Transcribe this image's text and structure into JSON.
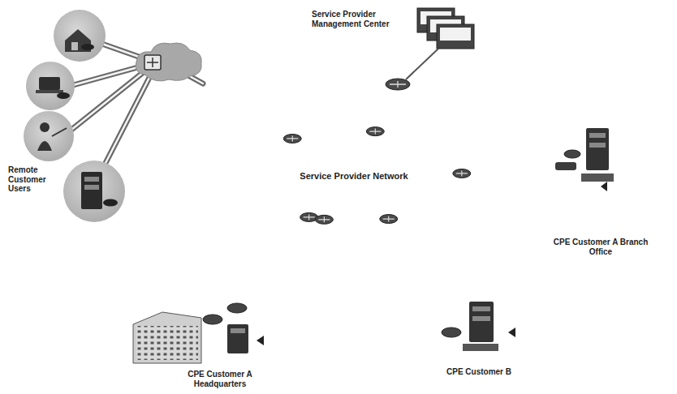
{
  "diagram": {
    "nodes": [
      {
        "text": [
          "Service Provider Management Center"
        ]
      },
      {
        "text": [
          "Remote Customer Users"
        ]
      },
      {
        "text": [
          "Service Provider Network"
        ]
      },
      {
        "text": [
          "CPE Customer A Branch Office"
        ]
      },
      {
        "text": [
          "CPE Customer A Headquarters"
        ]
      },
      {
        "text": [
          "CPE Customer B"
        ]
      }
    ],
    "edges": [
      {
        "from": 2,
        "to": 0,
        "arrow": "none"
      },
      {
        "from": 1,
        "to": 2,
        "arrow": "none"
      },
      {
        "from": 2,
        "to": 3,
        "arrow": "none"
      },
      {
        "from": 4,
        "to": 2,
        "arrow": "none"
      },
      {
        "from": 4,
        "to": 2,
        "arrow": "none"
      },
      {
        "from": 2,
        "to": 5,
        "arrow": "none"
      }
    ]
  }
}
